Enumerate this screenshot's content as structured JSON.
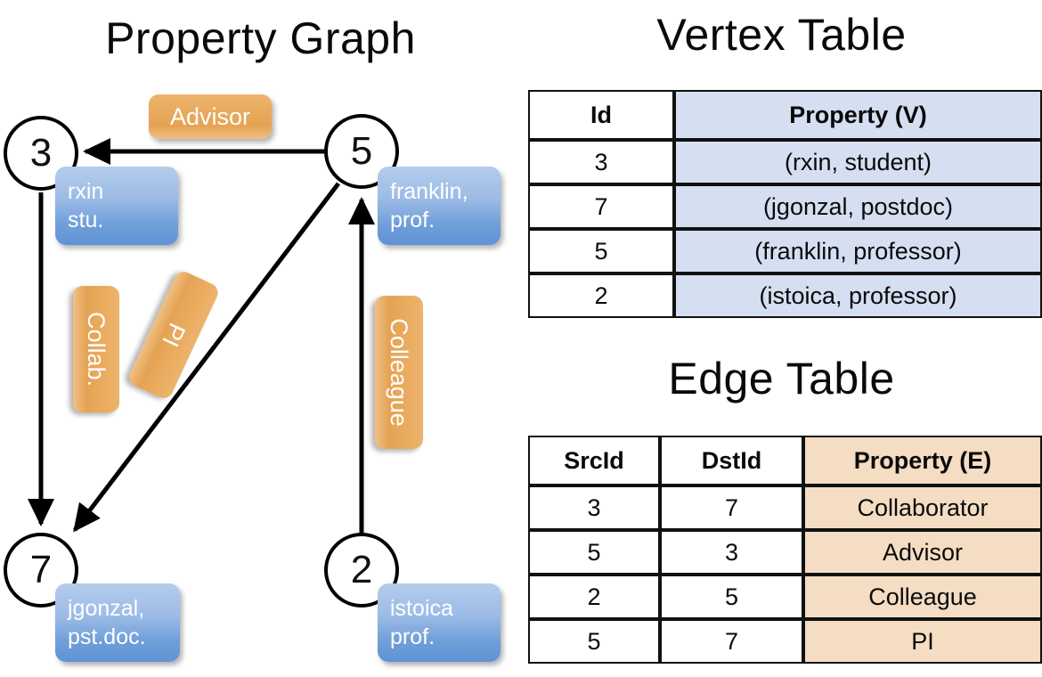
{
  "titles": {
    "graph": "Property Graph",
    "vertex_table": "Vertex Table",
    "edge_table": "Edge Table"
  },
  "graph": {
    "vertices": [
      {
        "id": "3",
        "property_label": "rxin\nstu."
      },
      {
        "id": "5",
        "property_label": "franklin,\nprof."
      },
      {
        "id": "7",
        "property_label": "jgonzal,\npst.doc."
      },
      {
        "id": "2",
        "property_label": "istoica\nprof."
      }
    ],
    "edge_labels": [
      {
        "name": "advisor",
        "text": "Advisor"
      },
      {
        "name": "collab",
        "text": "Collab."
      },
      {
        "name": "pi",
        "text": "PI"
      },
      {
        "name": "colleague",
        "text": "Colleague"
      }
    ]
  },
  "vertex_table": {
    "headers": [
      "Id",
      "Property (V)"
    ],
    "rows": [
      {
        "id": "3",
        "property": "(rxin, student)"
      },
      {
        "id": "7",
        "property": "(jgonzal, postdoc)"
      },
      {
        "id": "5",
        "property": "(franklin, professor)"
      },
      {
        "id": "2",
        "property": "(istoica, professor)"
      }
    ]
  },
  "edge_table": {
    "headers": [
      "SrcId",
      "DstId",
      "Property (E)"
    ],
    "rows": [
      {
        "src": "3",
        "dst": "7",
        "property": "Collaborator"
      },
      {
        "src": "5",
        "dst": "3",
        "property": "Advisor"
      },
      {
        "src": "2",
        "dst": "5",
        "property": "Colleague"
      },
      {
        "src": "5",
        "dst": "7",
        "property": "PI"
      }
    ]
  },
  "colors": {
    "vertex_property_blue": "#9dbce6",
    "edge_label_orange": "#e9a95c",
    "table_blue_cell": "#d5dff1",
    "table_orange_cell": "#f4ddc3",
    "stroke": "#000000"
  }
}
